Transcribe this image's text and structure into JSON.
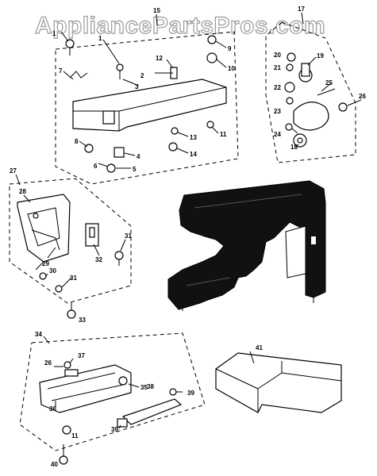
{
  "watermark": "AppliancePartsPros.com",
  "callouts": {
    "c1": "1",
    "c2": "2",
    "c3": "3",
    "c4": "4",
    "c5": "5",
    "c6": "6",
    "c7": "7",
    "c8": "8",
    "c9": "9",
    "c10": "10",
    "c11": "11",
    "c12": "12",
    "c13": "13",
    "c14": "14",
    "c15": "15",
    "c17": "17",
    "c18": "18",
    "c19": "19",
    "c20": "20",
    "c21": "21",
    "c22": "22",
    "c23": "23",
    "c24": "24",
    "c25": "25",
    "c26": "26",
    "c27": "27",
    "c28": "28",
    "c29": "29",
    "c30": "30",
    "c31a": "31",
    "c31b": "31",
    "c32": "32",
    "c33": "33",
    "c34": "34",
    "c35": "35",
    "c36": "36",
    "c37": "37",
    "c38": "38",
    "c39a": "39",
    "c39b": "39",
    "c11b": "11",
    "c40": "40",
    "c41": "41"
  }
}
